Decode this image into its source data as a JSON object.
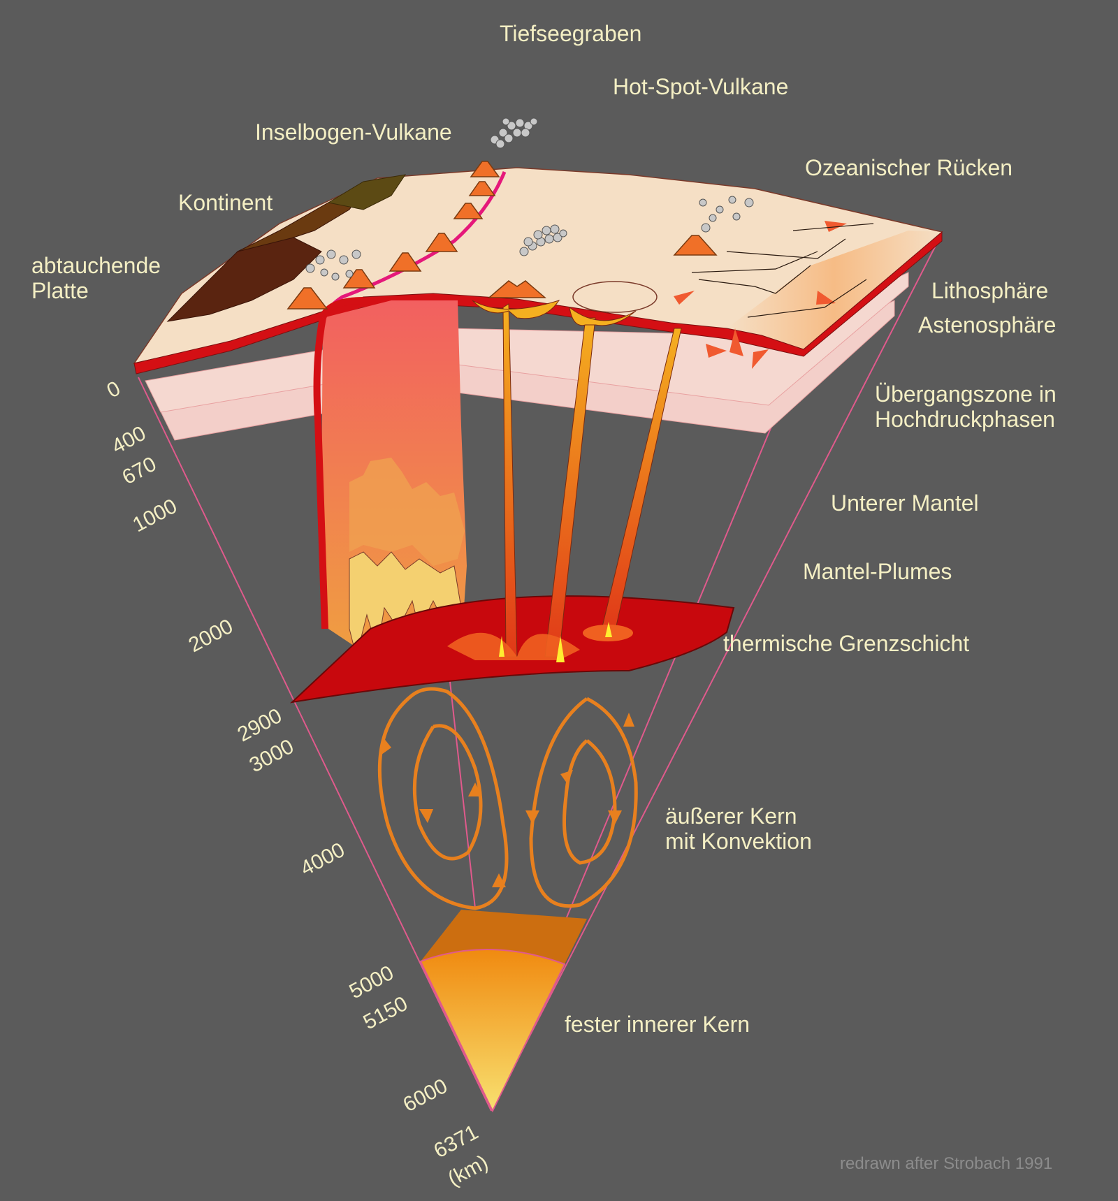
{
  "labels": {
    "trench": "Tiefseegraben",
    "hotspot": "Hot-Spot-Vulkane",
    "island_arc": "Inselbogen-Vulkane",
    "ridge": "Ozeanischer Rücken",
    "continent": "Kontinent",
    "subducting_plate": [
      "abtauchende",
      "Platte"
    ],
    "lithosphere": "Lithosphäre",
    "asthenosphere": "Astenosphäre",
    "transition_zone": [
      "Übergangszone in",
      "Hochdruckphasen"
    ],
    "lower_mantle": "Unterer Mantel",
    "mantle_plumes": "Mantel-Plumes",
    "thermal_boundary": "thermische Grenzschicht",
    "outer_core": [
      "äußerer Kern",
      "mit Konvektion"
    ],
    "inner_core": "fester innerer Kern"
  },
  "depths": [
    "0",
    "400",
    "670",
    "1000",
    "2000",
    "2900",
    "3000",
    "4000",
    "5000",
    "5150",
    "6000",
    "6371",
    "(km)"
  ],
  "credit": "redrawn after Strobach 1991",
  "colors": {
    "background": "#5b5b5b",
    "text": "#f4efc4",
    "crust": "#f5dfc5",
    "lithosphere_edge": "#d40f14",
    "asthenosphere": "#f3c9c4",
    "slab": "#f05050",
    "thermal_boundary": "#c8080d",
    "plume": "#f0a018",
    "convection": "#e8801e",
    "inner_core": "#f5a020",
    "guide_line": "#e05a8c"
  },
  "icons": [
    "volcano-icon",
    "ash-cloud-icon",
    "convection-arrow-icon",
    "plume-arrow-icon"
  ]
}
